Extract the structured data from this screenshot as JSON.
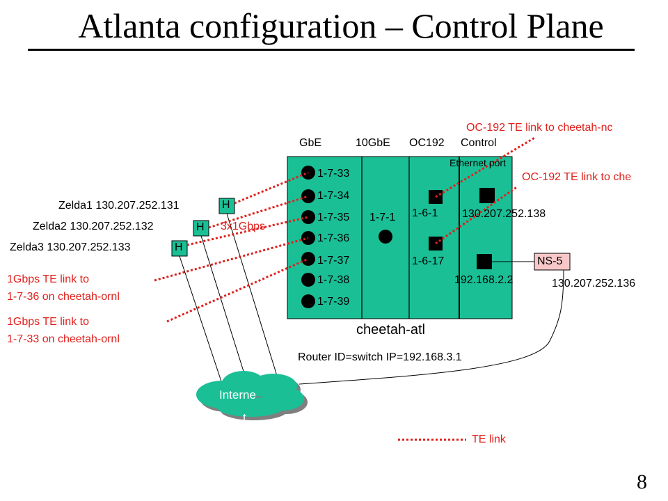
{
  "title": "Atlanta configuration – Control Plane",
  "page_number": "8",
  "switch": {
    "name": "cheetah-atl",
    "router_id": "Router ID=switch IP=192.168.3.1",
    "columns": {
      "gbe": "GbE",
      "tengbe": "10GbE",
      "oc192": "OC192",
      "control": "Control"
    },
    "ethernet_port_label": "Ethernet port",
    "gbe_ports": [
      "1-7-33",
      "1-7-34",
      "1-7-35",
      "1-7-36",
      "1-7-37",
      "1-7-38",
      "1-7-39"
    ],
    "tengbe_port": "1-7-1",
    "oc192_ports": [
      "1-6-1",
      "1-6-17"
    ],
    "control_ips": [
      "130.207.252.138",
      "192.168.2.2"
    ]
  },
  "hosts": [
    {
      "label": "Zelda1 130.207.252.131",
      "tag": "H"
    },
    {
      "label": "Zelda2 130.207.252.132",
      "tag": "H"
    },
    {
      "label": "Zelda3 130.207.252.133",
      "tag": "H"
    }
  ],
  "bundle_label": "3x1Gbps",
  "ns5": {
    "label": "NS-5",
    "ip": "130.207.252.136"
  },
  "internet_label": "Internet",
  "annotations": {
    "oc192_nc": "OC-192 TE link to cheetah-nc",
    "oc192_che": "OC-192 TE link to che",
    "te_1736_l1": "1Gbps TE link to",
    "te_1736_l2": "1-7-36  on cheetah-ornl",
    "te_1733_l1": "1Gbps TE link to",
    "te_1733_l2": "1-7-33  on cheetah-ornl"
  },
  "legend": {
    "te_link": "TE link"
  },
  "colors": {
    "switch_fill": "#1abf96",
    "te_link": "#e0201c",
    "ns5_fill": "#f8c8c8"
  }
}
